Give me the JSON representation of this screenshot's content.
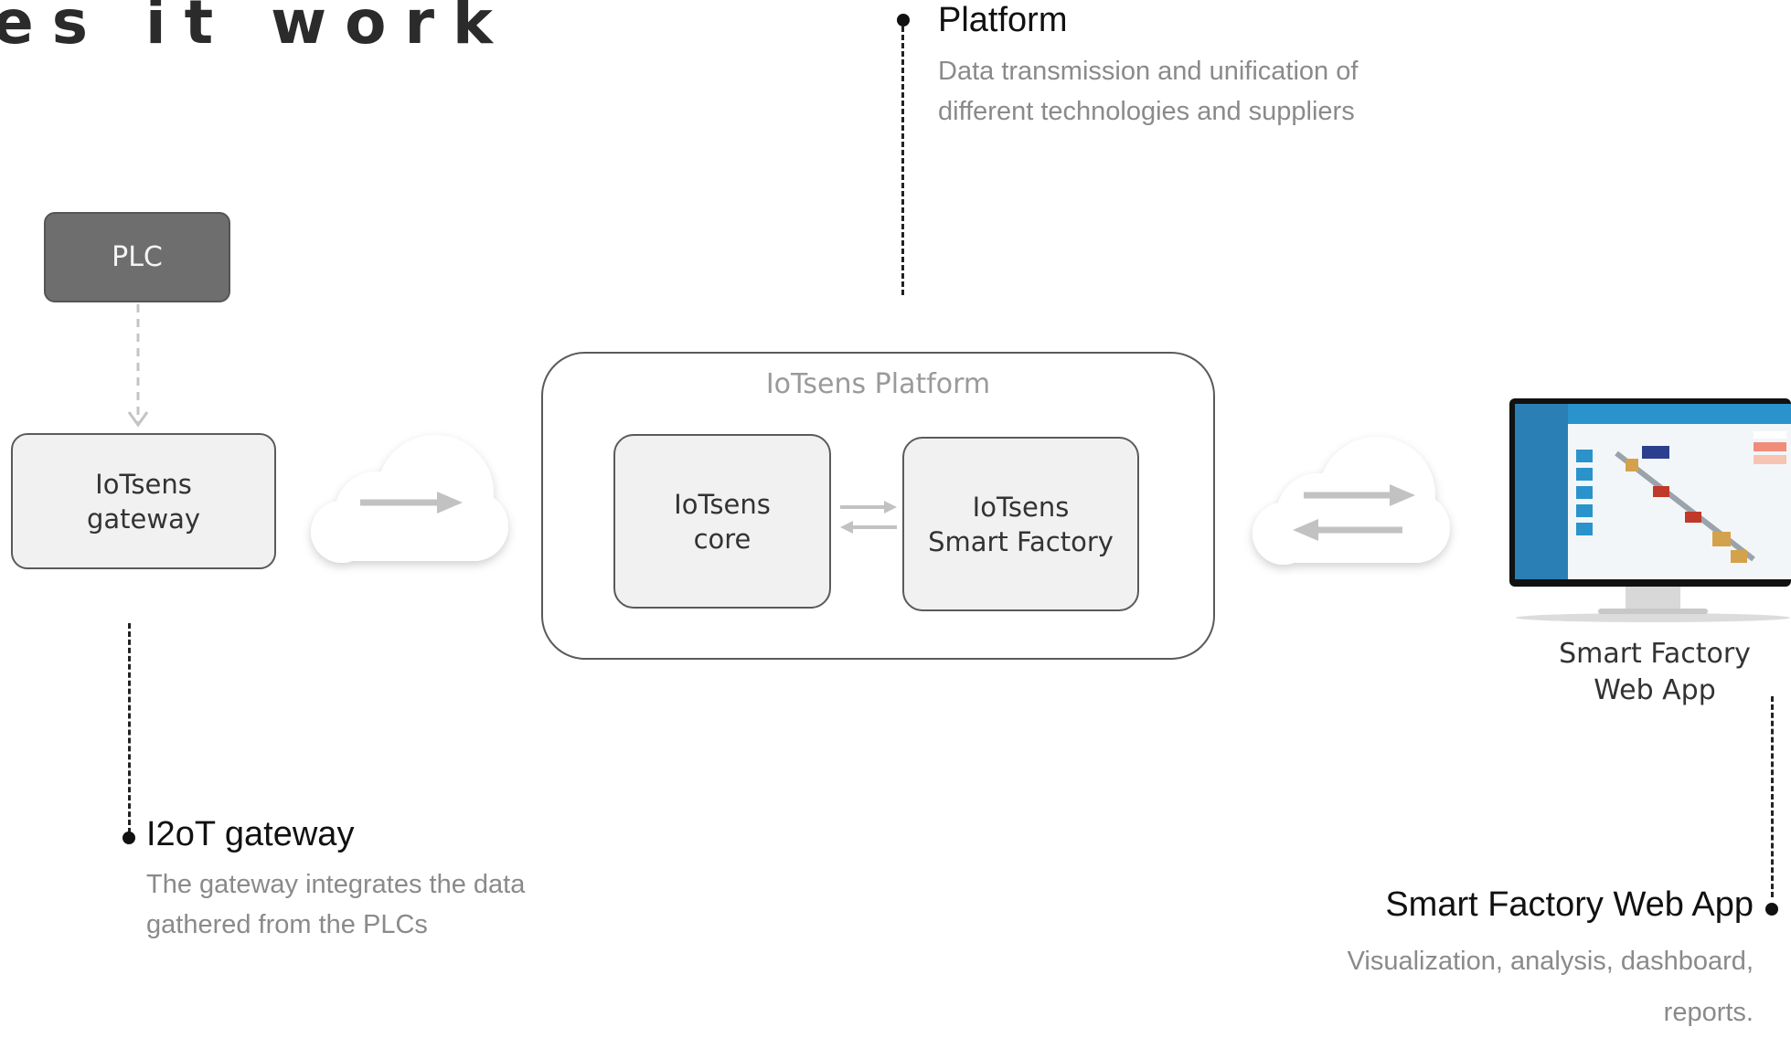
{
  "header": {
    "title": "es it work"
  },
  "callouts": {
    "platform": {
      "title": "Platform",
      "desc_line1": "Data transmission and unification of",
      "desc_line2": "different technologies and suppliers"
    },
    "gateway": {
      "title": "I2oT gateway",
      "desc_line1": "The gateway integrates the data",
      "desc_line2": "gathered from the PLCs"
    },
    "webapp": {
      "title": "Smart Factory Web App",
      "desc_line1": "Visualization, analysis, dashboard,",
      "desc_line2": "reports."
    }
  },
  "nodes": {
    "plc": "PLC",
    "gateway_line1": "IoTsens",
    "gateway_line2": "gateway",
    "platform_label": "IoTsens Platform",
    "core_line1": "IoTsens",
    "core_line2": "core",
    "factory_line1": "IoTsens",
    "factory_line2": "Smart Factory",
    "webapp_line1": "Smart Factory",
    "webapp_line2": "Web App"
  },
  "colors": {
    "plc_fill": "#6e6e6e",
    "node_fill": "#f1f1f1",
    "desc_text": "#8a8a8a"
  },
  "icons": [
    "cloud-icon",
    "monitor-icon",
    "arrow-right-icon",
    "arrow-left-icon",
    "bullet-icon"
  ]
}
